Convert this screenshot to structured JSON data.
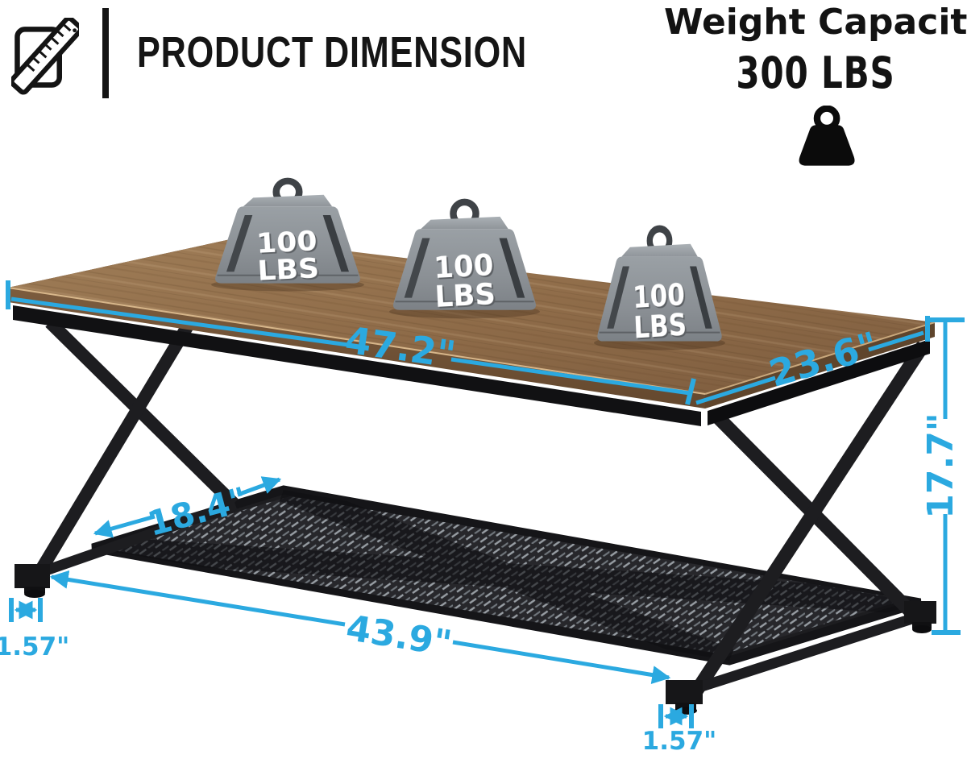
{
  "header": {
    "title": "PRODUCT DIMENSION",
    "icon": "ruler-icon"
  },
  "weight_capacity": {
    "label": "Weight Capacity",
    "value": "300 LBS",
    "icon": "weight-icon"
  },
  "weights_on_table": [
    {
      "value": "100",
      "unit": "LBS"
    },
    {
      "value": "100",
      "unit": "LBS"
    },
    {
      "value": "100",
      "unit": "LBS"
    }
  ],
  "dimensions": {
    "table_top_length": "47.2\"",
    "table_top_depth": "23.6\"",
    "table_height": "17.7\"",
    "shelf_depth": "18.4\"",
    "base_length": "43.9\"",
    "left_foot_width": "1.57\"",
    "right_foot_width": "1.57\""
  },
  "colors": {
    "accent_cyan": "#2BA9E0",
    "frame_black": "#1d1d20",
    "wood_brown": "#8f6c49",
    "weight_gray": "#8f9498",
    "text_black": "#151515"
  }
}
